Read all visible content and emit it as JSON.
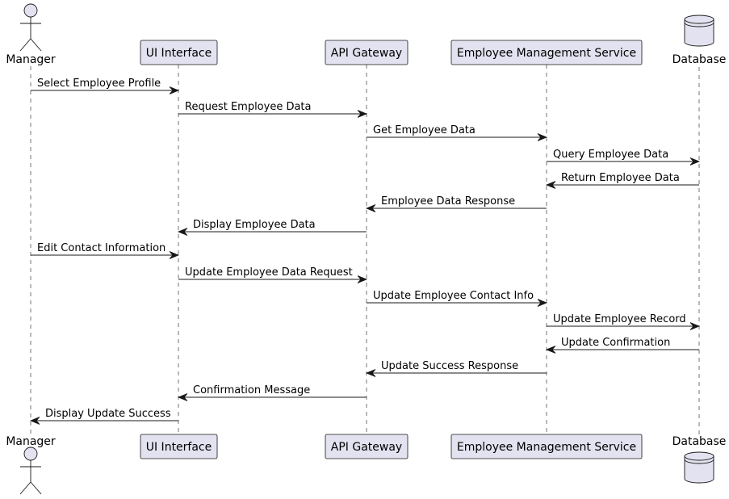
{
  "participants": [
    {
      "id": "manager",
      "label": "Manager",
      "kind": "actor"
    },
    {
      "id": "ui",
      "label": "UI Interface",
      "kind": "box"
    },
    {
      "id": "gateway",
      "label": "API Gateway",
      "kind": "box"
    },
    {
      "id": "ems",
      "label": "Employee Management Service",
      "kind": "box"
    },
    {
      "id": "db",
      "label": "Database",
      "kind": "database"
    }
  ],
  "messages": [
    {
      "from": "manager",
      "to": "ui",
      "label": "Select Employee Profile"
    },
    {
      "from": "ui",
      "to": "gateway",
      "label": "Request Employee Data"
    },
    {
      "from": "gateway",
      "to": "ems",
      "label": "Get Employee Data"
    },
    {
      "from": "ems",
      "to": "db",
      "label": "Query Employee Data"
    },
    {
      "from": "db",
      "to": "ems",
      "label": "Return Employee Data"
    },
    {
      "from": "ems",
      "to": "gateway",
      "label": "Employee Data Response"
    },
    {
      "from": "gateway",
      "to": "ui",
      "label": "Display Employee Data"
    },
    {
      "from": "manager",
      "to": "ui",
      "label": "Edit Contact Information"
    },
    {
      "from": "ui",
      "to": "gateway",
      "label": "Update Employee Data Request"
    },
    {
      "from": "gateway",
      "to": "ems",
      "label": "Update Employee Contact Info"
    },
    {
      "from": "ems",
      "to": "db",
      "label": "Update Employee Record"
    },
    {
      "from": "db",
      "to": "ems",
      "label": "Update Confirmation"
    },
    {
      "from": "ems",
      "to": "gateway",
      "label": "Update Success Response"
    },
    {
      "from": "gateway",
      "to": "ui",
      "label": "Confirmation Message"
    },
    {
      "from": "ui",
      "to": "manager",
      "label": "Display Update Success"
    }
  ],
  "colors": {
    "participant_fill": "#e2e2f0",
    "participant_stroke": "#181818",
    "lifeline": "#181818",
    "arrow": "#181818"
  }
}
